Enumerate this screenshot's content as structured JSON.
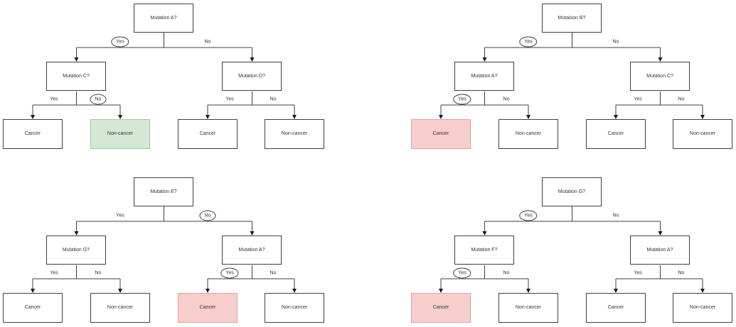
{
  "diagram": {
    "colors": {
      "node_fill": "#ffffff",
      "node_border": "#3f3f3f",
      "connector": "#3f3f3f",
      "highlight_green_fill": "#d5e8d4",
      "highlight_green_border": "#a7c3a4",
      "highlight_red_fill": "#f8cecc",
      "highlight_red_border": "#e2a0a0"
    }
  },
  "trees": [
    {
      "position": "top-left",
      "root": {
        "label": "Mutation A?"
      },
      "left_child": {
        "label": "Mutation C?"
      },
      "right_child": {
        "label": "Mutation D?"
      },
      "edges": {
        "root_yes": {
          "label": "Yes",
          "style": "circled"
        },
        "root_no": {
          "label": "No",
          "style": "plain"
        },
        "left_yes": {
          "label": "Yes",
          "style": "plain"
        },
        "left_no": {
          "label": "No",
          "style": "circled"
        },
        "right_yes": {
          "label": "Yes",
          "style": "plain"
        },
        "right_no": {
          "label": "No",
          "style": "plain"
        }
      },
      "leaves": [
        {
          "label": "Cancer",
          "highlight": "none"
        },
        {
          "label": "Non-cancer",
          "highlight": "green"
        },
        {
          "label": "Cancer",
          "highlight": "none"
        },
        {
          "label": "Non-cancer",
          "highlight": "none"
        }
      ]
    },
    {
      "position": "top-right",
      "root": {
        "label": "Mutaison B?"
      },
      "left_child": {
        "label": "Mutation A?"
      },
      "right_child": {
        "label": "Mutation C?"
      },
      "edges": {
        "root_yes": {
          "label": "Yes",
          "style": "circled"
        },
        "root_no": {
          "label": "No",
          "style": "plain"
        },
        "left_yes": {
          "label": "Yes",
          "style": "circled"
        },
        "left_no": {
          "label": "No",
          "style": "plain"
        },
        "right_yes": {
          "label": "Yes",
          "style": "plain"
        },
        "right_no": {
          "label": "No",
          "style": "plain"
        }
      },
      "leaves": [
        {
          "label": "Cancer",
          "highlight": "red"
        },
        {
          "label": "Non-cancer",
          "highlight": "none"
        },
        {
          "label": "Cancer",
          "highlight": "none"
        },
        {
          "label": "Non-cancer",
          "highlight": "none"
        }
      ]
    },
    {
      "position": "bottom-left",
      "root": {
        "label": "Mutation E?"
      },
      "left_child": {
        "label": "Mutation G?"
      },
      "right_child": {
        "label": "Mutation A?"
      },
      "edges": {
        "root_yes": {
          "label": "Yes",
          "style": "plain"
        },
        "root_no": {
          "label": "No",
          "style": "circled"
        },
        "left_yes": {
          "label": "Yes",
          "style": "plain"
        },
        "left_no": {
          "label": "No",
          "style": "plain"
        },
        "right_yes": {
          "label": "Yes",
          "style": "circled"
        },
        "right_no": {
          "label": "No",
          "style": "plain"
        }
      },
      "leaves": [
        {
          "label": "Cancer",
          "highlight": "none"
        },
        {
          "label": "Non-cancer",
          "highlight": "none"
        },
        {
          "label": "Cancer",
          "highlight": "red"
        },
        {
          "label": "Non-cancer",
          "highlight": "none"
        }
      ]
    },
    {
      "position": "bottom-right",
      "root": {
        "label": "Mutation G?"
      },
      "left_child": {
        "label": "Mutation F?"
      },
      "right_child": {
        "label": "Mutation A?"
      },
      "edges": {
        "root_yes": {
          "label": "Yes",
          "style": "circled"
        },
        "root_no": {
          "label": "No",
          "style": "plain"
        },
        "left_yes": {
          "label": "Yes",
          "style": "circled"
        },
        "left_no": {
          "label": "No",
          "style": "plain"
        },
        "right_yes": {
          "label": "Yes",
          "style": "plain"
        },
        "right_no": {
          "label": "No",
          "style": "plain"
        }
      },
      "leaves": [
        {
          "label": "Cancer",
          "highlight": "red"
        },
        {
          "label": "Non-cancer",
          "highlight": "none"
        },
        {
          "label": "Cancer",
          "highlight": "none"
        },
        {
          "label": "Non-cancer",
          "highlight": "none"
        }
      ]
    }
  ]
}
